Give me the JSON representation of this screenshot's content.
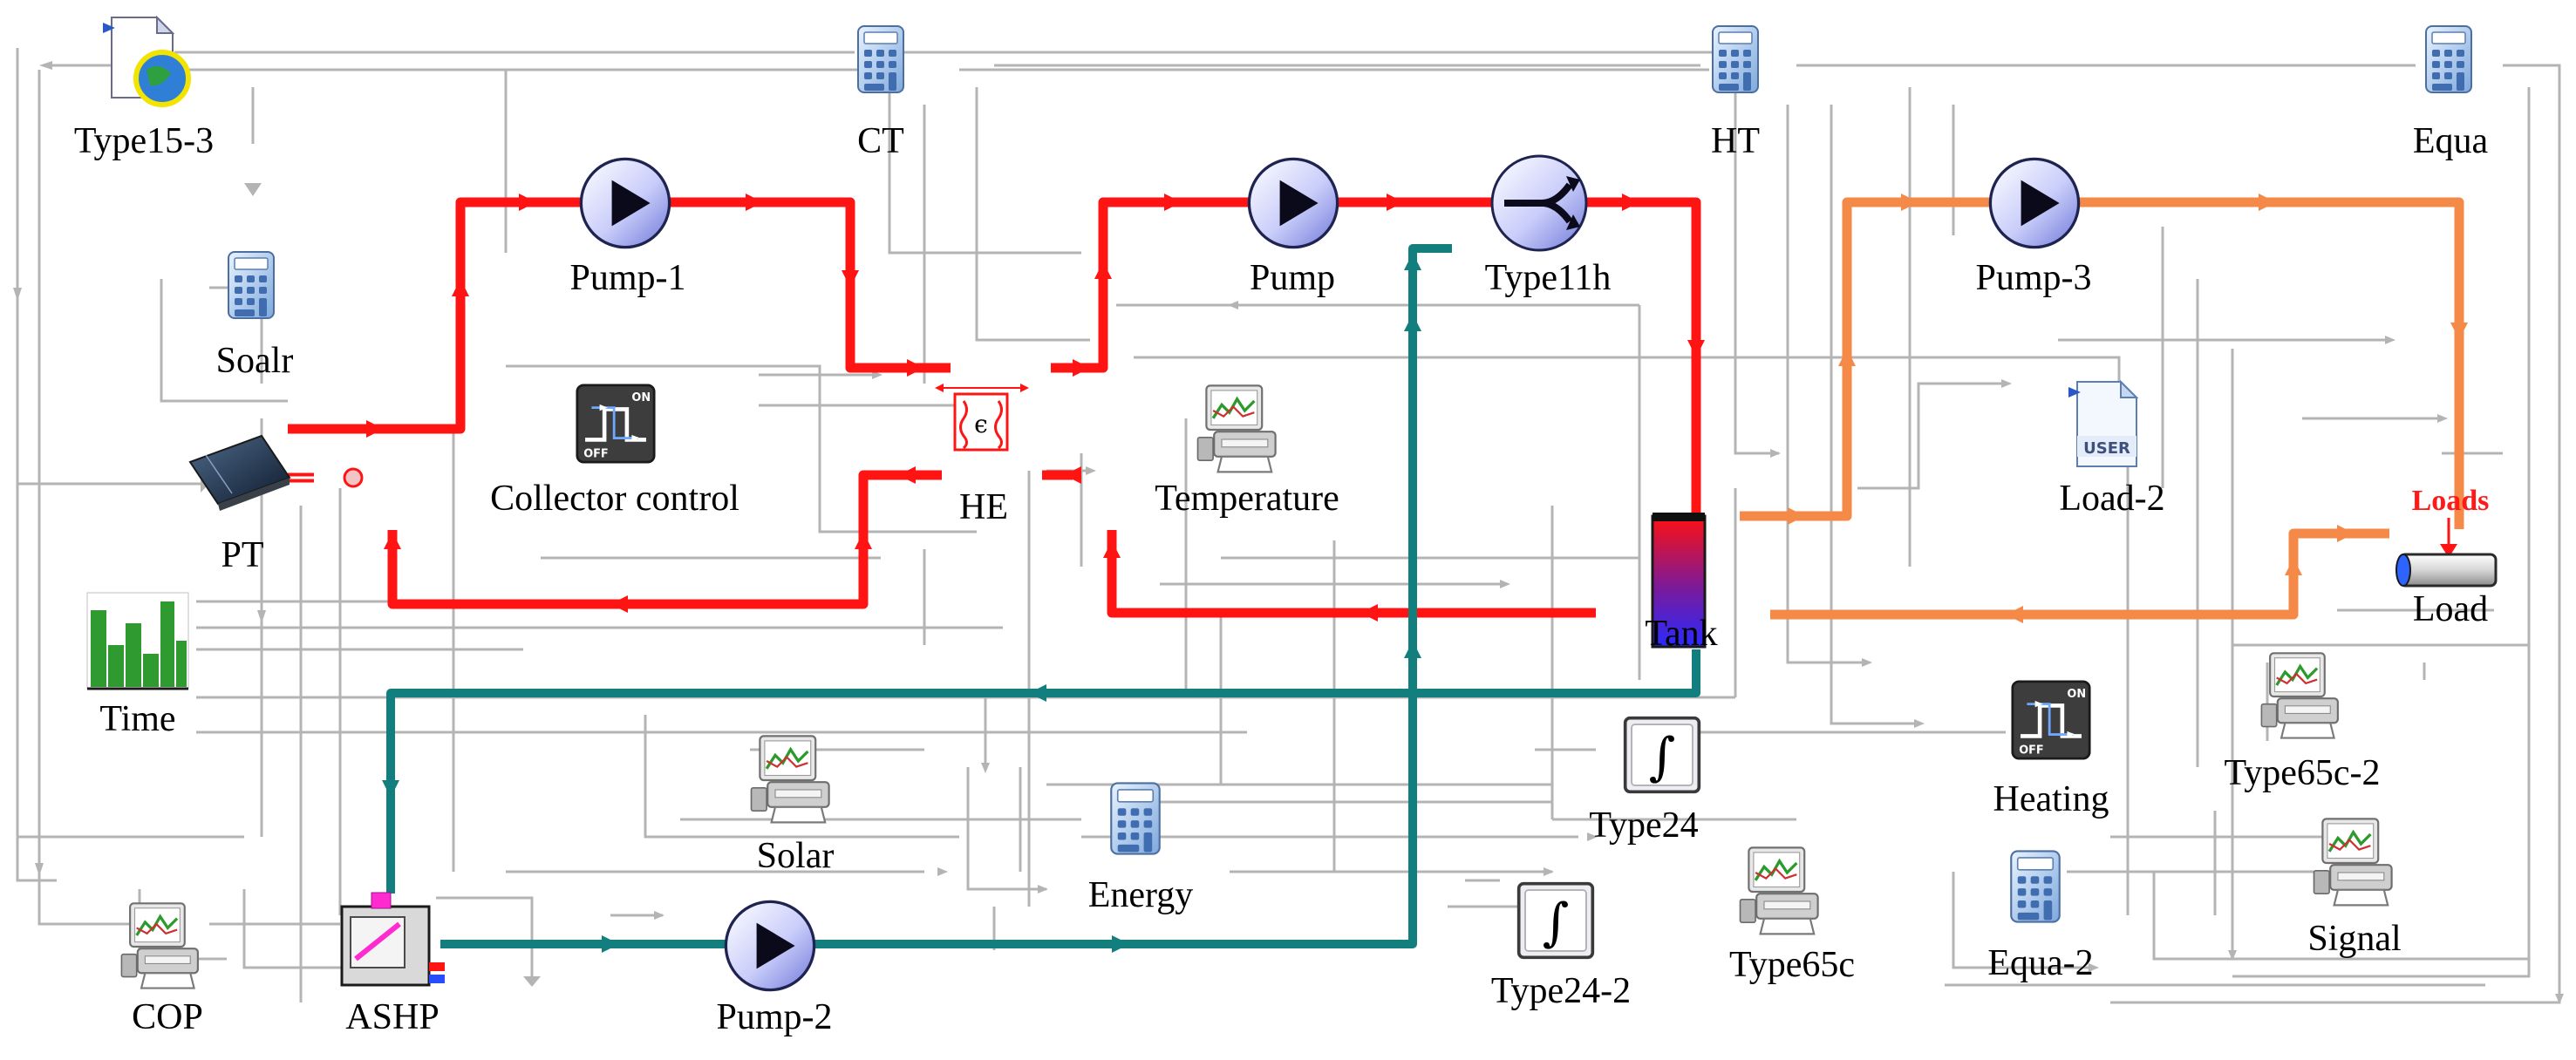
{
  "colors": {
    "collector_loop": "#ff1414",
    "heat_pump_loop": "#137e7e",
    "load_loop": "#f58a48",
    "control_lines": "#b4b4b4"
  },
  "components": {
    "type15_3": {
      "label": "Type15-3",
      "icon": "weather-data-icon"
    },
    "ct": {
      "label": "CT",
      "icon": "calculator-icon"
    },
    "ht": {
      "label": "HT",
      "icon": "calculator-icon"
    },
    "equa": {
      "label": "Equa",
      "icon": "calculator-icon"
    },
    "soalr": {
      "label": "Soalr",
      "icon": "calculator-icon"
    },
    "pump_1": {
      "label": "Pump-1",
      "icon": "pump-icon"
    },
    "pump": {
      "label": "Pump",
      "icon": "pump-icon"
    },
    "type11h": {
      "label": "Type11h",
      "icon": "diverter-icon"
    },
    "pump_3": {
      "label": "Pump-3",
      "icon": "pump-icon"
    },
    "collector_control": {
      "label": "Collector control",
      "icon": "on-off-controller-icon"
    },
    "he": {
      "label": "HE",
      "icon": "heat-exchanger-icon"
    },
    "temperature": {
      "label": "Temperature",
      "icon": "plotter-icon"
    },
    "load_2": {
      "label": "Load-2",
      "icon": "user-file-icon",
      "badge": "USER"
    },
    "pt": {
      "label": "PT",
      "icon": "solar-collector-icon"
    },
    "tank": {
      "label": "Tank",
      "icon": "storage-tank-icon"
    },
    "loads_tag": {
      "label": "Loads"
    },
    "load": {
      "label": "Load",
      "icon": "load-pipe-icon"
    },
    "time": {
      "label": "Time",
      "icon": "time-profile-icon"
    },
    "heating": {
      "label": "Heating",
      "icon": "on-off-controller-icon"
    },
    "type65c_2": {
      "label": "Type65c-2",
      "icon": "plotter-icon"
    },
    "type24": {
      "label": "Type24",
      "icon": "integrator-icon"
    },
    "solar": {
      "label": "Solar",
      "icon": "plotter-icon"
    },
    "energy": {
      "label": "Energy",
      "icon": "calculator-icon"
    },
    "signal": {
      "label": "Signal",
      "icon": "plotter-icon"
    },
    "type24_2": {
      "label": "Type24-2",
      "icon": "integrator-icon"
    },
    "type65c": {
      "label": "Type65c",
      "icon": "plotter-icon"
    },
    "equa_2": {
      "label": "Equa-2",
      "icon": "calculator-icon"
    },
    "cop": {
      "label": "COP",
      "icon": "plotter-icon"
    },
    "ashp": {
      "label": "ASHP",
      "icon": "heat-pump-icon"
    },
    "pump_2": {
      "label": "Pump-2",
      "icon": "pump-icon"
    }
  }
}
